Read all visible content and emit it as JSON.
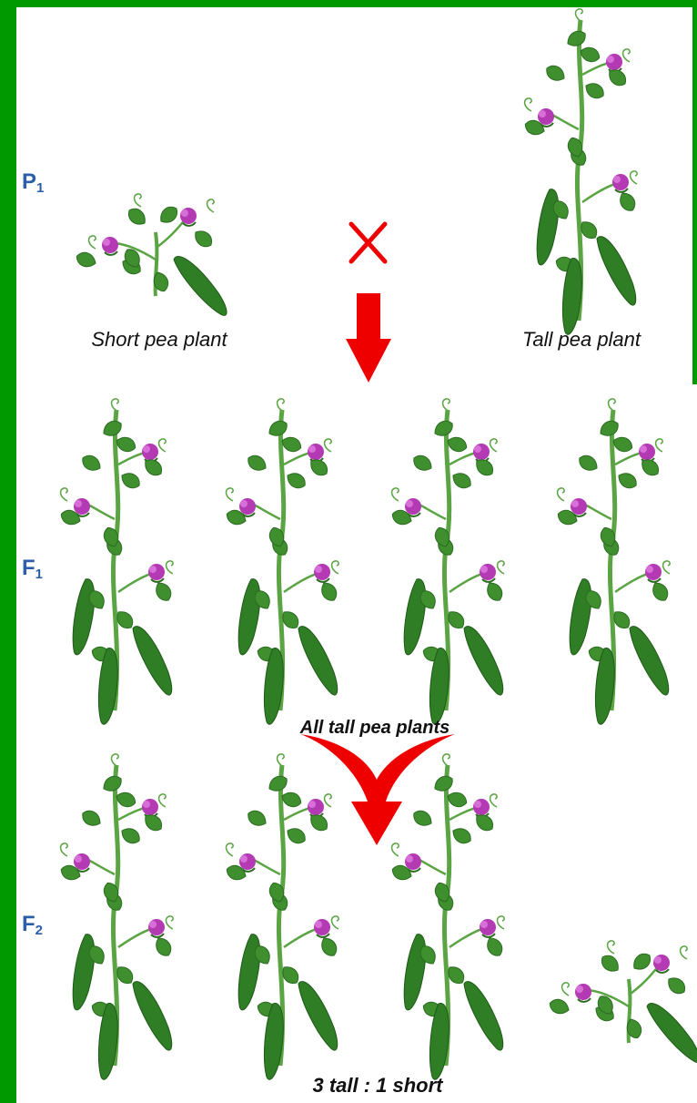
{
  "generations": {
    "p": {
      "letter": "P",
      "sub": "1"
    },
    "f1": {
      "letter": "F",
      "sub": "1"
    },
    "f2": {
      "letter": "F",
      "sub": "2"
    }
  },
  "captions": {
    "short_parent": "Short pea plant",
    "tall_parent": "Tall pea plant",
    "f1_result": "All tall pea plants",
    "f2_ratio": "3 tall : 1 short"
  },
  "colors": {
    "frame": "#009900",
    "label": "#2b5fa8",
    "leaf": "#3f8f2f",
    "stem": "#5aa443",
    "pod": "#2f7d25",
    "flower": "#b43ab4",
    "arrow": "#ee0000"
  },
  "symbols": {
    "cross": "cross-symbol",
    "down_arrow": "down-arrow",
    "split_arrow": "curved-merge-arrow"
  }
}
